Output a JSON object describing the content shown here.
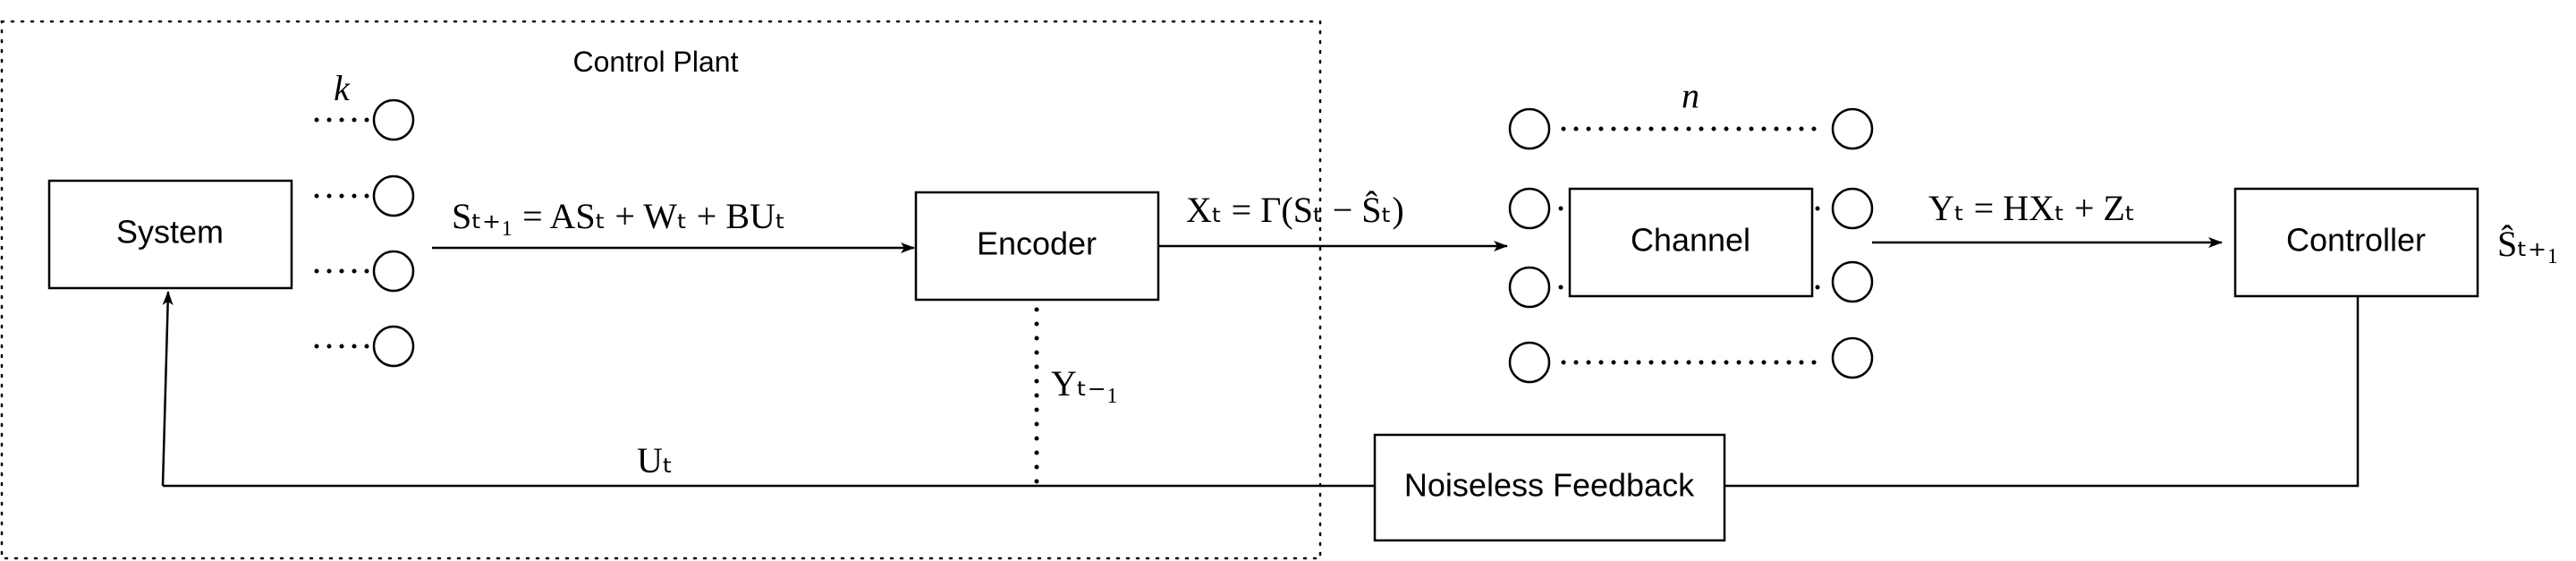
{
  "region": {
    "label": "Control Plant"
  },
  "blocks": {
    "system": "System",
    "encoder": "Encoder",
    "channel": "Channel",
    "controller": "Controller",
    "feedback": "Noiseless Feedback"
  },
  "labels": {
    "k": "k",
    "n": "n",
    "state_eq": "Sₜ₊₁ = ASₜ + Wₜ + BUₜ",
    "enc_out": "Xₜ = Γ(Sₜ − Ŝₜ)",
    "chan_out": "Yₜ = HXₜ + Zₜ",
    "estimate": "Ŝₜ₊₁",
    "enc_feedback": "Yₜ₋₁",
    "control": "Uₜ"
  }
}
